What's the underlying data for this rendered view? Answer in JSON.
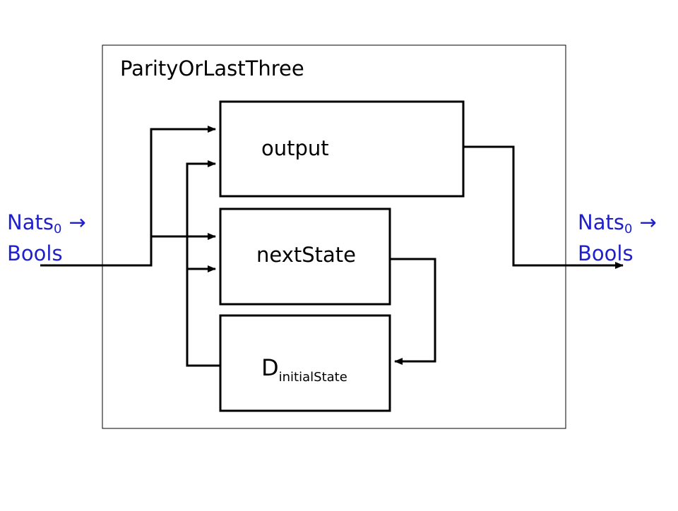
{
  "diagram": {
    "module_title": "ParityOrLastThree",
    "blocks": {
      "output": "output",
      "next_state": "nextState",
      "delay": {
        "main": "D",
        "subscript": "initialState"
      }
    },
    "input_signal": {
      "name": "Nats",
      "subscript": "0",
      "arrow": "→",
      "type": "Bools"
    },
    "output_signal": {
      "name": "Nats",
      "subscript": "0",
      "arrow": "→",
      "type": "Bools"
    },
    "colors": {
      "stroke": "#000000",
      "frame": "#000000",
      "signal_label": "#1f1fcc"
    }
  }
}
